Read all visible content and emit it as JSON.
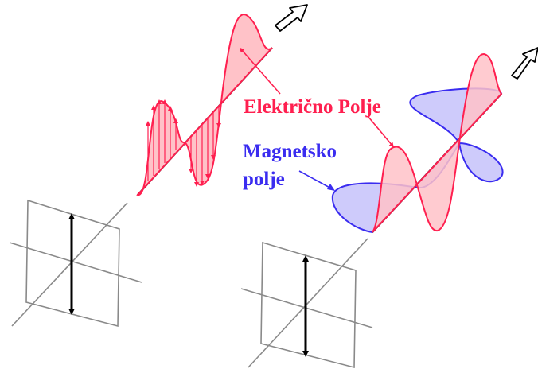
{
  "labels": {
    "electric": "Električno Polje",
    "magnetic_line1": "Magnetsko",
    "magnetic_line2": "polje"
  },
  "colors": {
    "electric": "#ff1f4f",
    "electric_fill": "#ffc2c8",
    "magnetic": "#3a2cf0",
    "magnetic_fill": "#c9c5fb",
    "frame": "#8a8a8a",
    "axis": "#000000"
  }
}
